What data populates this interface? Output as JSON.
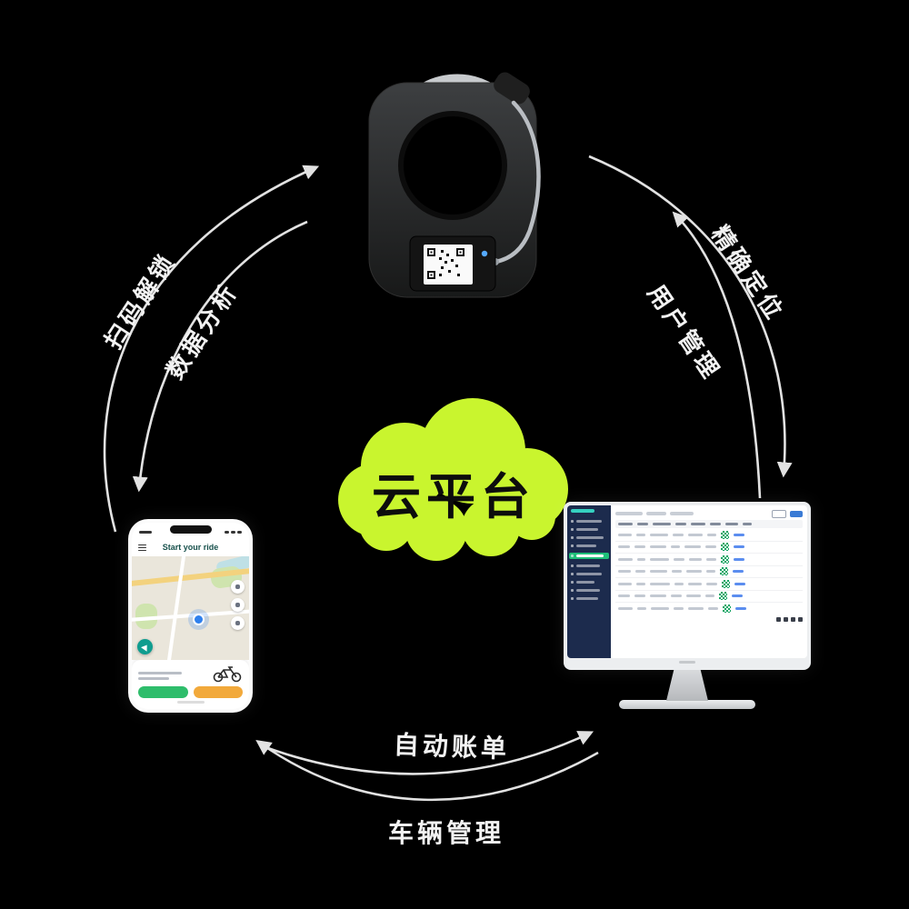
{
  "colors": {
    "background": "#000000",
    "cloud_green": "#c9f52e",
    "arrow_white": "#efefef",
    "phone_accent_green": "#2ebd6b",
    "phone_accent_yellow": "#f2a93b",
    "dashboard_sidebar_navy": "#1c2b4d",
    "dashboard_accent_green": "#1fbf79",
    "lock_led_blue": "#55aaff"
  },
  "cloud": {
    "label": "云平台"
  },
  "flow_labels": {
    "scan_unlock": "扫码解锁",
    "data_analysis": "数据分析",
    "precise_positioning": "精确定位",
    "user_management": "用户管理",
    "auto_billing": "自动账单",
    "vehicle_management": "车辆管理"
  },
  "phone_app": {
    "header_title": "Start your ride"
  }
}
